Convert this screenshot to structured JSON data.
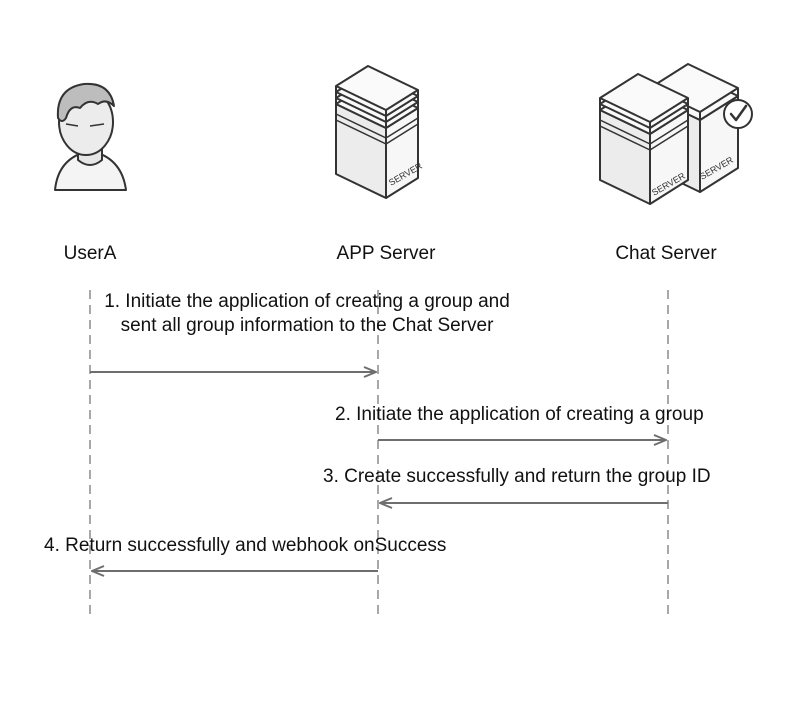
{
  "actors": [
    {
      "id": "user",
      "label": "UserA",
      "icon": "user-icon"
    },
    {
      "id": "app",
      "label": "APP Server",
      "icon": "server-icon",
      "badge": "SERVER"
    },
    {
      "id": "chat",
      "label": "Chat Server",
      "icon": "server-cluster-icon",
      "badge": "SERVER"
    }
  ],
  "messages": [
    {
      "step": 1,
      "from": "user",
      "to": "app",
      "text": "1. Initiate the application of creating a group and sent all group information to the Chat Server"
    },
    {
      "step": 2,
      "from": "app",
      "to": "chat",
      "text": "2. Initiate the application of creating a group"
    },
    {
      "step": 3,
      "from": "chat",
      "to": "app",
      "text": "3. Create successfully and return the group ID"
    },
    {
      "step": 4,
      "from": "app",
      "to": "user",
      "text": "4. Return successfully and webhook onSuccess"
    }
  ],
  "colors": {
    "line": "#6e6e6e",
    "lifeline": "#a8a8a8",
    "text": "#111111",
    "icon_stroke": "#333333"
  }
}
